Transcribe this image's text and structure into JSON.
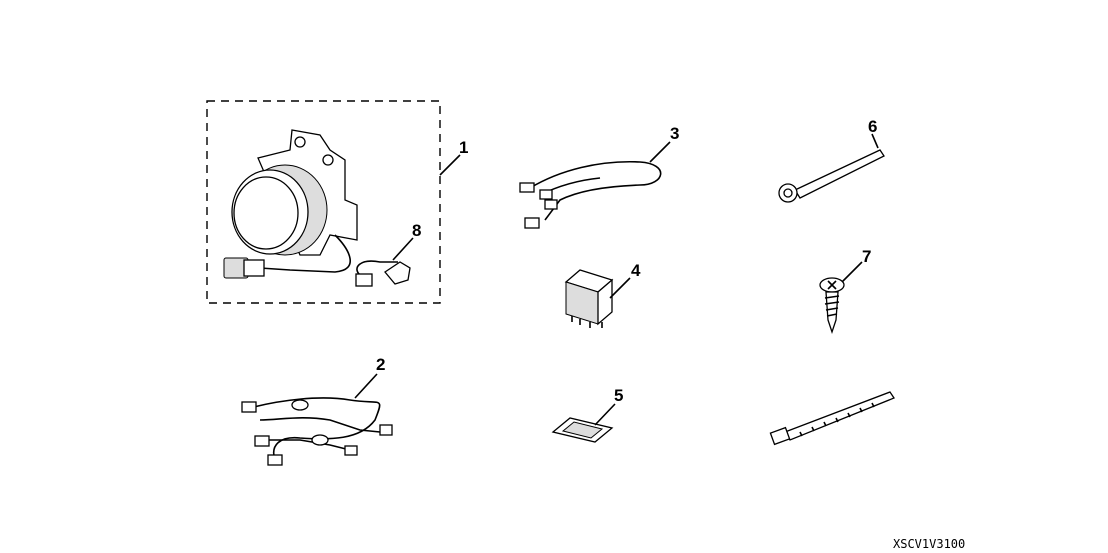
{
  "diagram": {
    "callouts": [
      {
        "id": "1"
      },
      {
        "id": "2"
      },
      {
        "id": "3"
      },
      {
        "id": "4"
      },
      {
        "id": "5"
      },
      {
        "id": "6"
      },
      {
        "id": "7"
      },
      {
        "id": "8"
      }
    ],
    "diagram_code": "XSCV1V3100"
  }
}
